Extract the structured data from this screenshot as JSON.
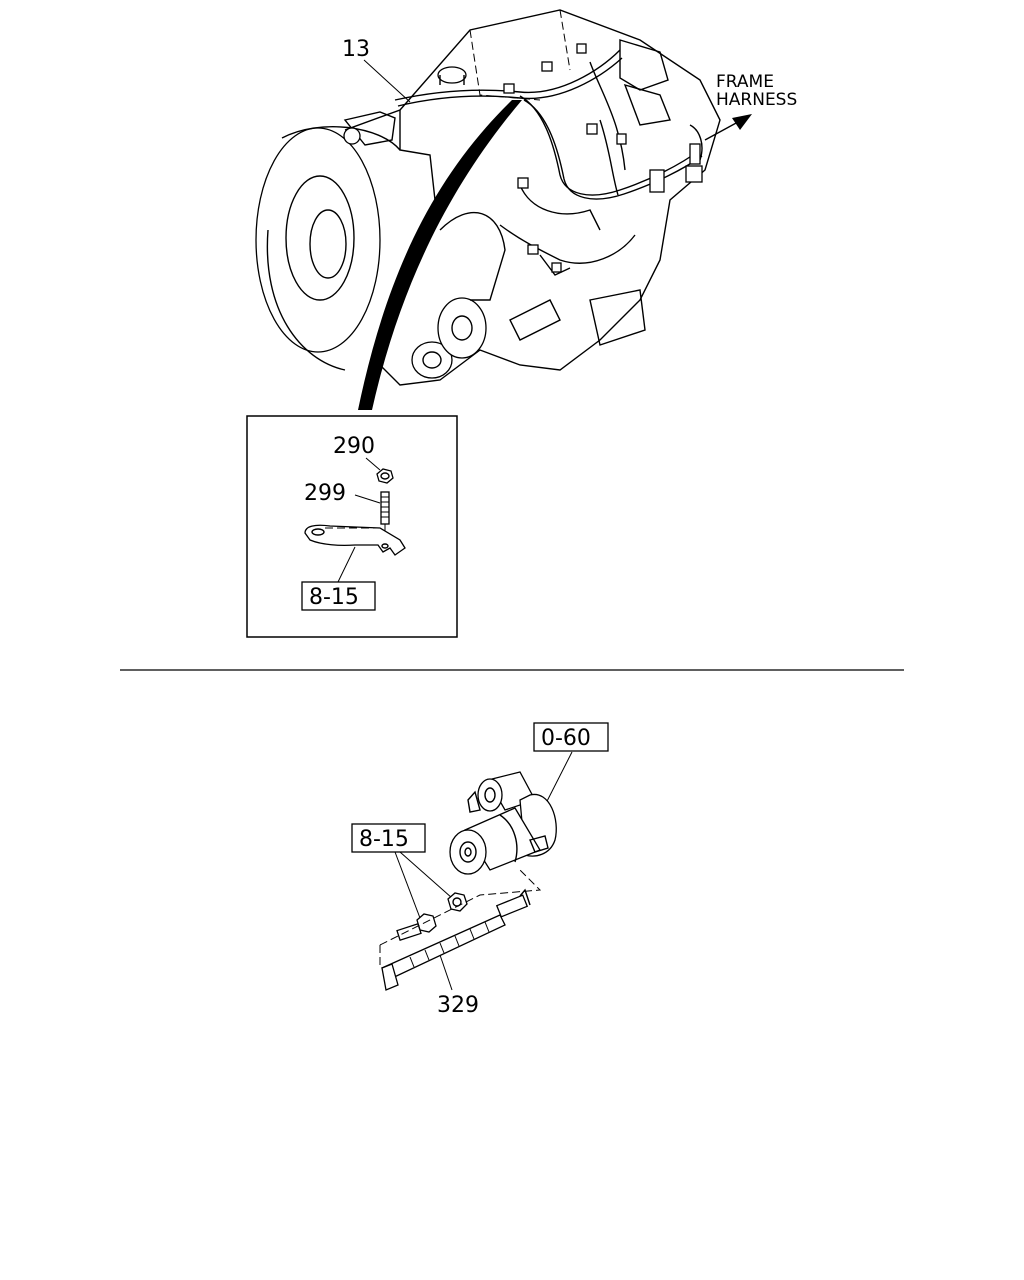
{
  "upper_view": {
    "harness_label": "13",
    "frame_harness_line1": "FRAME",
    "frame_harness_line2": "HARNESS",
    "detail": {
      "nut_label": "290",
      "stud_label": "299",
      "ref_box": "8-15"
    }
  },
  "lower_view": {
    "starter_ref_box": "0-60",
    "bolt_ref_box": "8-15",
    "cable_label": "329"
  }
}
